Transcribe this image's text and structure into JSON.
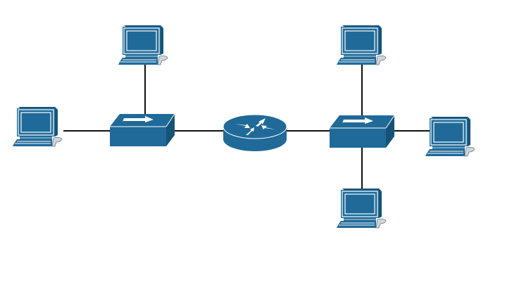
{
  "diagram": {
    "type": "network-topology",
    "colors": {
      "device_fill": "#1f6a98",
      "device_dark": "#155478",
      "device_highlight": "#ffffff",
      "link": "#111111",
      "background": "#ffffff"
    },
    "nodes": [
      {
        "id": "router",
        "kind": "router",
        "icon": "router-icon"
      },
      {
        "id": "switch-left",
        "kind": "switch",
        "icon": "switch-icon"
      },
      {
        "id": "switch-right",
        "kind": "switch",
        "icon": "switch-icon"
      },
      {
        "id": "pc-left-top",
        "kind": "computer",
        "icon": "computer-icon"
      },
      {
        "id": "pc-left-side",
        "kind": "computer",
        "icon": "computer-icon"
      },
      {
        "id": "pc-right-top",
        "kind": "computer",
        "icon": "computer-icon"
      },
      {
        "id": "pc-right-side",
        "kind": "computer",
        "icon": "computer-icon"
      },
      {
        "id": "pc-right-bottom",
        "kind": "computer",
        "icon": "computer-icon"
      }
    ],
    "links": [
      {
        "from": "pc-left-top",
        "to": "switch-left"
      },
      {
        "from": "pc-left-side",
        "to": "switch-left"
      },
      {
        "from": "switch-left",
        "to": "router"
      },
      {
        "from": "router",
        "to": "switch-right"
      },
      {
        "from": "pc-right-top",
        "to": "switch-right"
      },
      {
        "from": "pc-right-side",
        "to": "switch-right"
      },
      {
        "from": "pc-right-bottom",
        "to": "switch-right"
      }
    ]
  }
}
